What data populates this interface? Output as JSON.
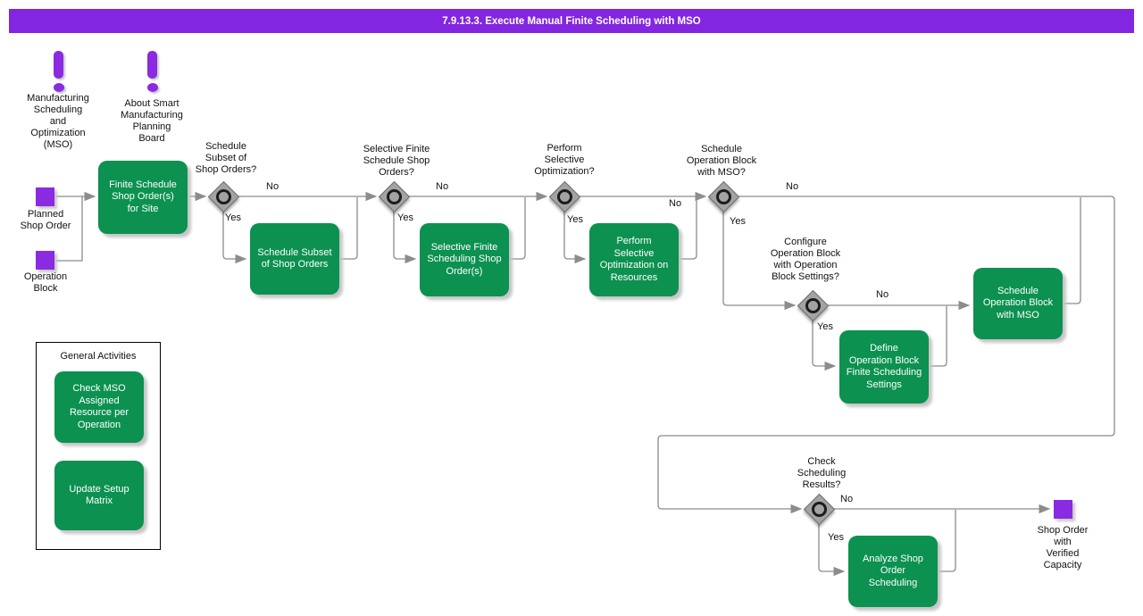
{
  "header": {
    "title": "7.9.13.3. Execute Manual Finite Scheduling with MSO"
  },
  "colors": {
    "accent_purple": "#8A2BE2",
    "header_purple": "#8226DF",
    "task_green": "#0C9150",
    "line_gray": "#8C8C8C",
    "decision_gray": "#A3A3A3"
  },
  "notes": [
    {
      "icon": "exclamation-icon",
      "label": "Manufacturing\nScheduling\nand\nOptimization\n(MSO)"
    },
    {
      "icon": "exclamation-icon",
      "label": "About Smart\nManufacturing\nPlanning\nBoard"
    }
  ],
  "events": [
    {
      "icon": "square-event-icon",
      "label": "Planned\nShop Order"
    },
    {
      "icon": "square-event-icon",
      "label": "Operation\nBlock"
    },
    {
      "icon": "square-event-icon",
      "label": "Shop Order\nwith\nVerified\nCapacity"
    }
  ],
  "tasks": [
    {
      "label": "Finite Schedule\nShop Order(s)\nfor Site"
    },
    {
      "label": "Schedule Subset\nof Shop Orders"
    },
    {
      "label": "Selective Finite\nScheduling Shop\nOrder(s)"
    },
    {
      "label": "Perform\nSelective\nOptimization on\nResources"
    },
    {
      "label": "Schedule\nOperation Block\nwith MSO"
    },
    {
      "label": "Define\nOperation Block\nFinite Scheduling\nSettings"
    },
    {
      "label": "Analyze Shop\nOrder\nScheduling"
    }
  ],
  "decisions": [
    {
      "question": "Schedule\nSubset of\nShop Orders?",
      "yes_label": "Yes",
      "no_label": "No"
    },
    {
      "question": "Selective Finite\nSchedule Shop\nOrders?",
      "yes_label": "Yes",
      "no_label": "No"
    },
    {
      "question": "Perform\nSelective\nOptimization?",
      "yes_label": "Yes",
      "no_label": "No"
    },
    {
      "question": "Schedule\nOperation Block\nwith MSO?",
      "yes_label": "Yes",
      "no_label": "No"
    },
    {
      "question": "Configure\nOperation Block\nwith Operation\nBlock Settings?",
      "yes_label": "Yes",
      "no_label": "No"
    },
    {
      "question": "Check\nScheduling\nResults?",
      "yes_label": "Yes",
      "no_label": "No"
    }
  ],
  "general_activities": {
    "title": "General Activities",
    "tasks": [
      {
        "label": "Check MSO\nAssigned\nResource per\nOperation"
      },
      {
        "label": "Update Setup\nMatrix"
      }
    ]
  }
}
